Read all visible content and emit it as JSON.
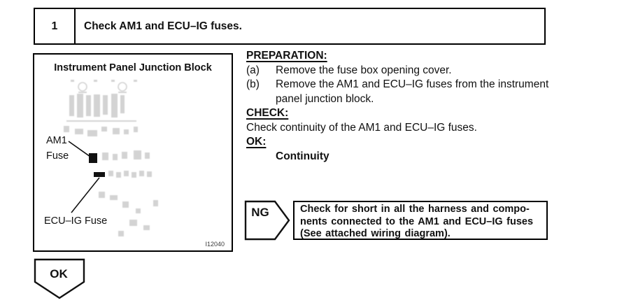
{
  "step": {
    "number": "1",
    "title": "Check AM1 and ECU–IG fuses."
  },
  "figure": {
    "title": "Instrument Panel Junction Block",
    "labels": {
      "am1_line1": "AM1",
      "am1_line2": "Fuse",
      "ecu_ig": "ECU–IG Fuse"
    },
    "figure_id": "I12040"
  },
  "procedure": {
    "preparation": {
      "heading": "PREPARATION:",
      "steps": [
        {
          "label": "(a)",
          "text": "Remove the fuse box opening cover."
        },
        {
          "label": "(b)",
          "text": "Remove the AM1 and ECU–IG fuses from the instrument panel junction block."
        }
      ]
    },
    "check": {
      "heading": "CHECK:",
      "text": "Check continuity of the AM1 and ECU–IG fuses."
    },
    "ok": {
      "heading": "OK:",
      "result": "Continuity"
    }
  },
  "ng": {
    "label": "NG",
    "action_lines": [
      "Check for short in all the harness and compo-",
      "nents connected to the AM1 and ECU–IG fuses",
      "(See attached wiring diagram)."
    ]
  },
  "ok_connector": {
    "label": "OK"
  },
  "colors": {
    "ink": "#111111",
    "border": "#000000",
    "faint_sketch": "#a8a8a8"
  }
}
